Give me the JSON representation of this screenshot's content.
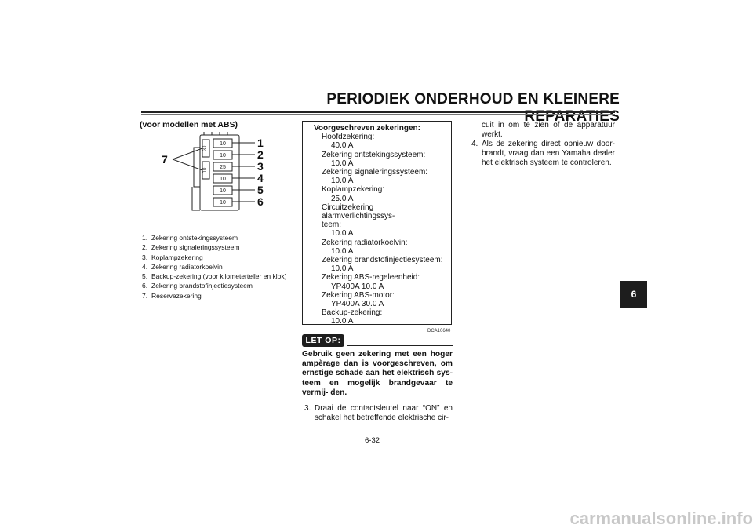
{
  "header": {
    "title": "PERIODIEK ONDERHOUD EN KLEINERE REPARATIES"
  },
  "section": {
    "subtitle": "(voor modellen met ABS)",
    "diagram_callouts": [
      "1",
      "2",
      "3",
      "4",
      "5",
      "6",
      "7"
    ],
    "fuse_labels": [
      "10",
      "10",
      "25",
      "10",
      "10",
      "10"
    ],
    "spare_labels": [
      "30",
      "10"
    ],
    "captions": [
      {
        "num": "1.",
        "text": "Zekering ontstekingssysteem"
      },
      {
        "num": "2.",
        "text": "Zekering signaleringssysteem"
      },
      {
        "num": "3.",
        "text": "Koplampzekering"
      },
      {
        "num": "4.",
        "text": "Zekering radiatorkoelvin"
      },
      {
        "num": "5.",
        "text": "Backup-zekering (voor kilometerteller en klok)"
      },
      {
        "num": "6.",
        "text": "Zekering brandstofinjectiesysteem"
      },
      {
        "num": "7.",
        "text": "Reservezekering"
      }
    ]
  },
  "fuses": {
    "heading": "Voorgeschreven zekeringen:",
    "items": [
      {
        "label": "Hoofdzekering:",
        "value": "40.0 A"
      },
      {
        "label": "Zekering ontstekingssysteem:",
        "value": "10.0 A"
      },
      {
        "label": "Zekering signaleringssysteem:",
        "value": "10.0 A"
      },
      {
        "label": "Koplampzekering:",
        "value": "25.0 A"
      },
      {
        "label": "Circuitzekering alarmverlichtingssys-",
        "label2": "teem:",
        "value": "10.0 A"
      },
      {
        "label": "Zekering radiatorkoelvin:",
        "value": "10.0 A"
      },
      {
        "label": "Zekering brandstofinjectiesysteem:",
        "value": "10.0 A"
      },
      {
        "label": "Zekering ABS-regeleenheid:",
        "value": "YP400A 10.0 A"
      },
      {
        "label": "Zekering ABS-motor:",
        "value": "YP400A 30.0 A"
      },
      {
        "label": "Backup-zekering:",
        "value": "10.0 A"
      }
    ]
  },
  "note": {
    "code": "DCA10640",
    "badge": "LET OP:",
    "text": "Gebruik geen zekering met een hoger ampèrage dan is voorgeschreven, om ernstige schade aan het elektrisch sys- teem en mogelijk brandgevaar te vermij- den."
  },
  "steps": {
    "step3_num": "3.",
    "step3_text": "Draai de contactsleutel naar “ON” en schakel het betreffende elektrische cir-",
    "step3_cont": "cuit in om te zien of de apparatuur werkt.",
    "step4_num": "4.",
    "step4_text": "Als de zekering direct opnieuw door- brandt, vraag dan een Yamaha dealer het elektrisch systeem te controleren."
  },
  "tab": {
    "label": "6"
  },
  "page_number": "6-32",
  "watermark": "carmanualsonline.info"
}
